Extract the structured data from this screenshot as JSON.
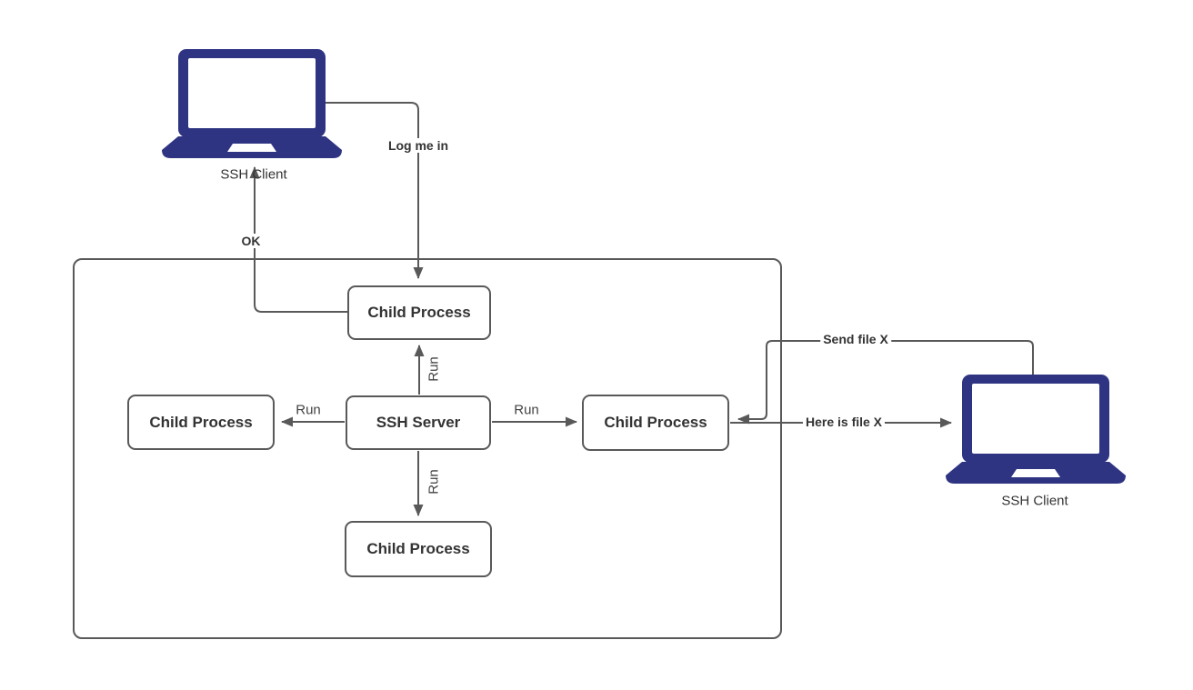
{
  "diagram": {
    "title": "SSH client-server process diagram",
    "nodes": {
      "ssh_server": "SSH Server",
      "child_top": "Child Process",
      "child_left": "Child Process",
      "child_right": "Child Process",
      "child_bottom": "Child Process"
    },
    "clients": {
      "left_label": "SSH Client",
      "right_label": "SSH Client"
    },
    "edges": {
      "log_me_in": "Log me in",
      "ok": "OK",
      "run_up": "Run",
      "run_down": "Run",
      "run_left": "Run",
      "run_right": "Run",
      "send_file": "Send file X",
      "here_is_file": "Here is file X"
    },
    "icons": {
      "left_client": "laptop-icon",
      "right_client": "laptop-icon"
    },
    "colors": {
      "stroke": "#595959",
      "text": "#333333",
      "laptop": "#2e3482",
      "background": "#ffffff"
    }
  }
}
